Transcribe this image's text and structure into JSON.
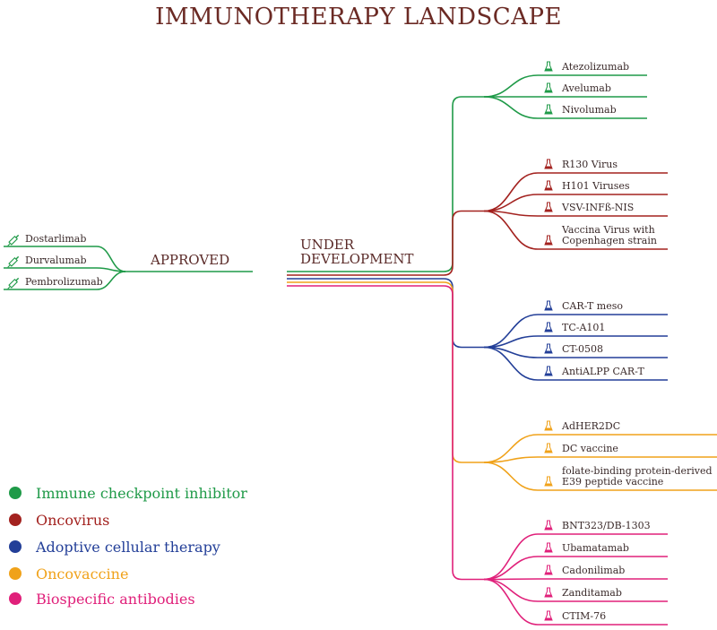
{
  "title": "IMMUNOTHERAPY LANDSCAPE",
  "approved": {
    "label": "APPROVED",
    "items": [
      "Dostarlimab",
      "Durvalumab",
      "Pembrolizumab"
    ]
  },
  "under_development": {
    "label_line1": "UNDER",
    "label_line2": "DEVELOPMENT"
  },
  "groups": [
    {
      "key": "icb",
      "color": "#1f9a48",
      "items": [
        [
          "Atezolizumab"
        ],
        [
          "Avelumab"
        ],
        [
          "Nivolumab"
        ]
      ]
    },
    {
      "key": "oncovirus",
      "color": "#a3221f",
      "items": [
        [
          "R130 Virus"
        ],
        [
          "H101 Viruses"
        ],
        [
          "VSV-INFß-NIS"
        ],
        [
          "Vaccina Virus with",
          "Copenhagen strain"
        ]
      ]
    },
    {
      "key": "act",
      "color": "#233f98",
      "items": [
        [
          "CAR-T meso"
        ],
        [
          "TC-A101"
        ],
        [
          "CT-0508"
        ],
        [
          "AntiALPP CAR-T"
        ]
      ]
    },
    {
      "key": "oncovaccine",
      "color": "#f0a21a",
      "items": [
        [
          "AdHER2DC"
        ],
        [
          "DC vaccine"
        ],
        [
          "folate-binding protein-derived",
          "E39 peptide vaccine"
        ]
      ]
    },
    {
      "key": "bispecific",
      "color": "#e0207a",
      "items": [
        [
          "BNT323/DB-1303"
        ],
        [
          "Ubamatamab"
        ],
        [
          "Cadonilimab"
        ],
        [
          "Zanditamab"
        ],
        [
          "CTIM-76"
        ]
      ]
    }
  ],
  "legend": [
    {
      "label": "Immune checkpoint inhibitor",
      "color": "#1f9a48",
      "icon": "circle-icon"
    },
    {
      "label": "Oncovirus",
      "color": "#a3221f",
      "icon": "circle-icon"
    },
    {
      "label": "Adoptive cellular therapy",
      "color": "#233f98",
      "icon": "circle-icon"
    },
    {
      "label": "Oncovaccine",
      "color": "#f0a21a",
      "icon": "circle-icon"
    },
    {
      "label": "Biospecific antibodies",
      "color": "#e0207a",
      "icon": "circle-icon"
    }
  ],
  "icons": {
    "approved_item": "syringe-icon",
    "development_item": "flask-icon"
  }
}
